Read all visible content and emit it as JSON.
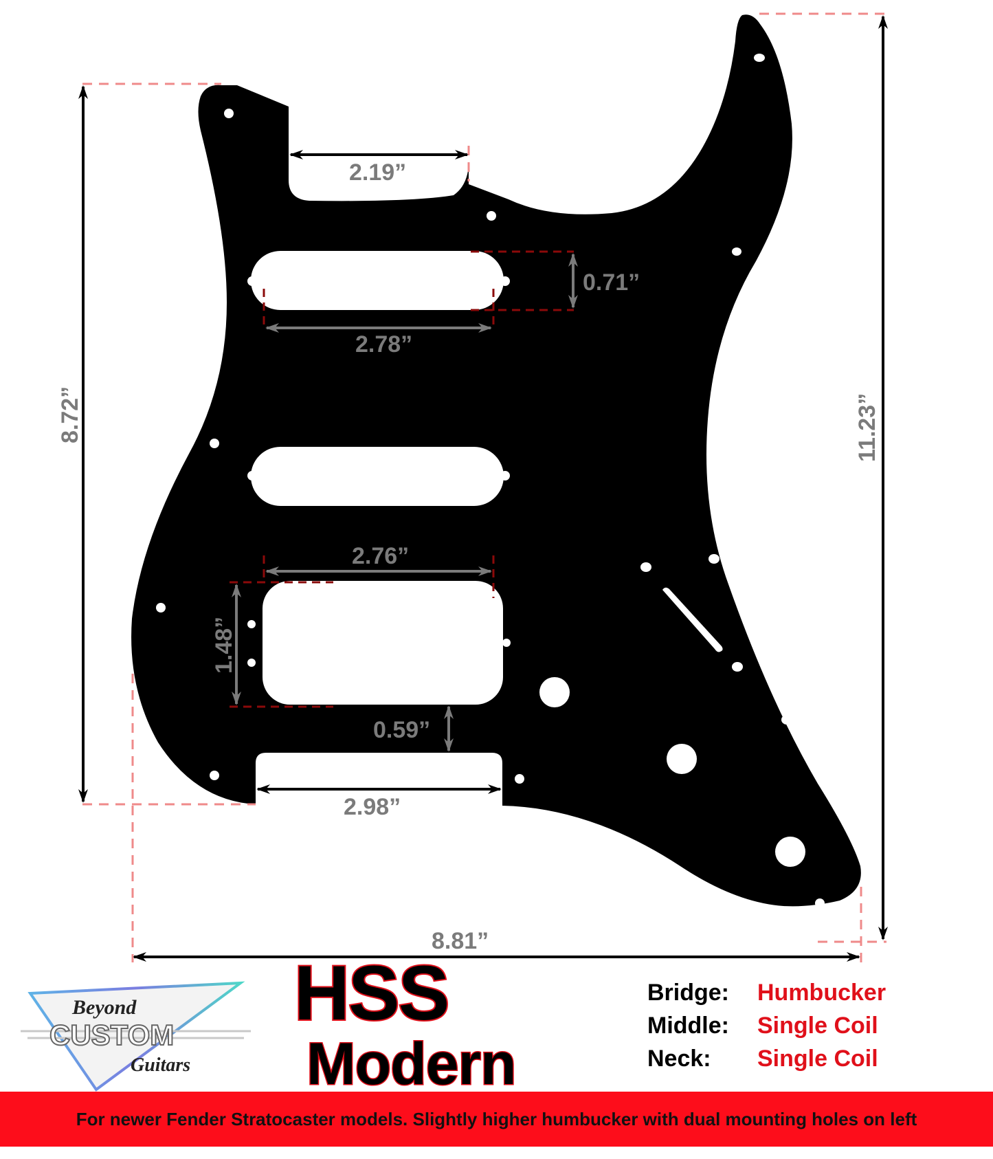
{
  "product": {
    "title_line1": "HSS",
    "title_line2": "Modern",
    "configuration": "HSS"
  },
  "logo": {
    "line1": "Beyond",
    "line2": "CUSTOM",
    "line3": "Guitars"
  },
  "pickups": [
    {
      "position": "Bridge:",
      "type": "Humbucker"
    },
    {
      "position": "Middle:",
      "type": "Single Coil"
    },
    {
      "position": "Neck:",
      "type": "Single Coil"
    }
  ],
  "banner": {
    "text": "For newer Fender Stratocaster models. Slightly higher humbucker with dual mounting holes on left"
  },
  "dimensions": {
    "neck_pocket_width": "2.19”",
    "single_coil_height": "0.71”",
    "single_coil_length": "2.78”",
    "humbucker_length": "2.76”",
    "humbucker_height": "1.48”",
    "humbucker_to_edge": "0.59”",
    "bridge_cutout_width": "2.98”",
    "left_height": "8.72”",
    "total_height": "11.23”",
    "total_width": "8.81”"
  },
  "colors": {
    "pickguard": "#000000",
    "accent_red": "#e0101a",
    "banner_red": "#fd0d1b",
    "dimension_gray": "#7b7b7b",
    "guide_pink": "#ef8a8a",
    "guide_darkred": "#8b0000"
  }
}
